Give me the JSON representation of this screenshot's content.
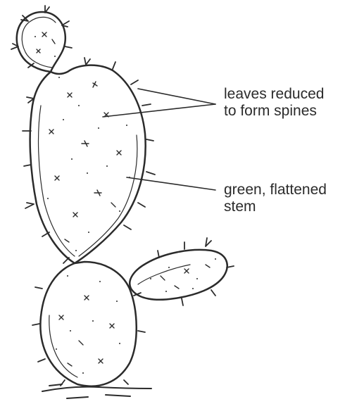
{
  "labels": {
    "spines": {
      "line1": "leaves reduced",
      "line2": "to form spines"
    },
    "stem": {
      "line1": "green, flattened",
      "line2": "stem"
    }
  },
  "colors": {
    "ink": "#2b2b2b",
    "background": "#ffffff"
  }
}
